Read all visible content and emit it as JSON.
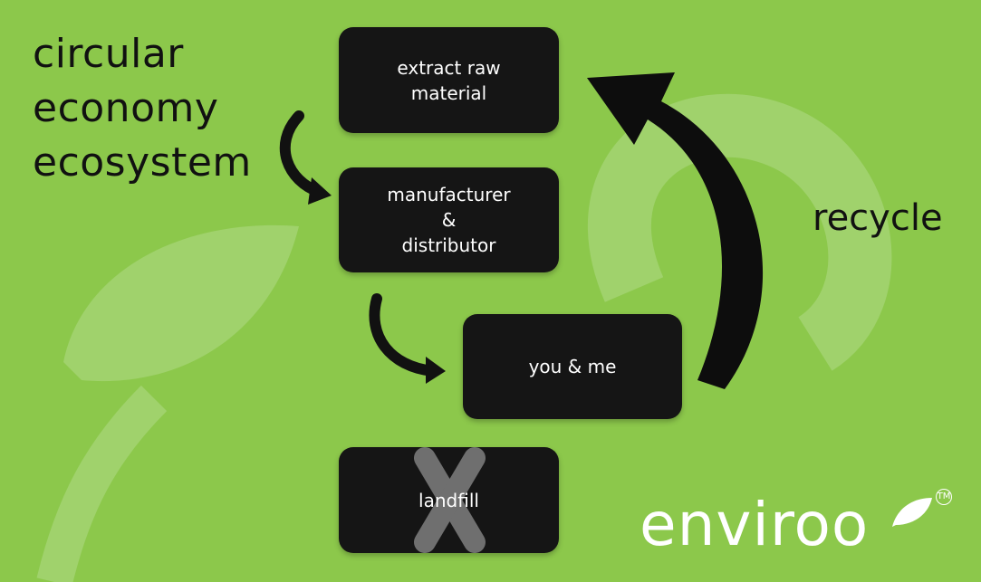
{
  "title": {
    "lines": [
      "circular",
      "economy",
      "ecosystem"
    ]
  },
  "boxes": {
    "extract": {
      "lines": [
        "extract raw",
        "material"
      ]
    },
    "manufacturer": {
      "lines": [
        "manufacturer",
        "&",
        "distributor"
      ]
    },
    "consumer": {
      "label": "you & me"
    },
    "landfill": {
      "label": "landfill"
    }
  },
  "recycle_label": "recycle",
  "logo": {
    "text": "enviroo",
    "tm": "TM"
  },
  "colors": {
    "background": "#8cc84b",
    "box": "#151515",
    "box_text": "#ffffff",
    "text": "#111111",
    "cross": "#6f6f6f",
    "watermark": "#a6d874"
  }
}
